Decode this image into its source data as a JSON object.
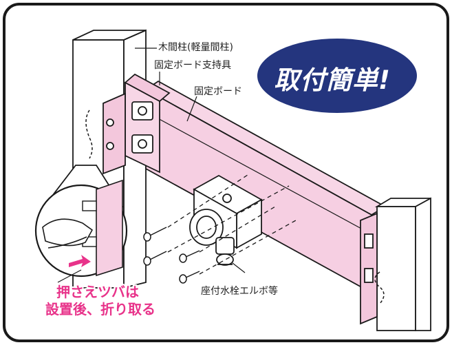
{
  "labels": {
    "wood_post": "木間柱(軽量間柱)",
    "bracket": "固定ボード支持具",
    "board": "固定ボード",
    "elbow": "座付水栓エルボ等"
  },
  "badge": {
    "text": "取付簡単!"
  },
  "note": {
    "line1": "押さえツバは",
    "line2": "設置後、折り取る"
  },
  "colors": {
    "board_pink": "#f7d6e6",
    "badge_navy": "#24357e",
    "accent_magenta": "#e8338a",
    "stroke": "#1a1a1a"
  }
}
